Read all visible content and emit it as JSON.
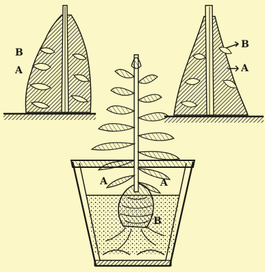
{
  "figure": {
    "background": "#fbf7c6",
    "ink": "#1a1a16"
  },
  "labels": {
    "left_b": "B",
    "left_a": "A",
    "right_b": "B",
    "right_a": "A",
    "pot_a_left": "A",
    "pot_a_right": "A",
    "pot_b": "B"
  }
}
